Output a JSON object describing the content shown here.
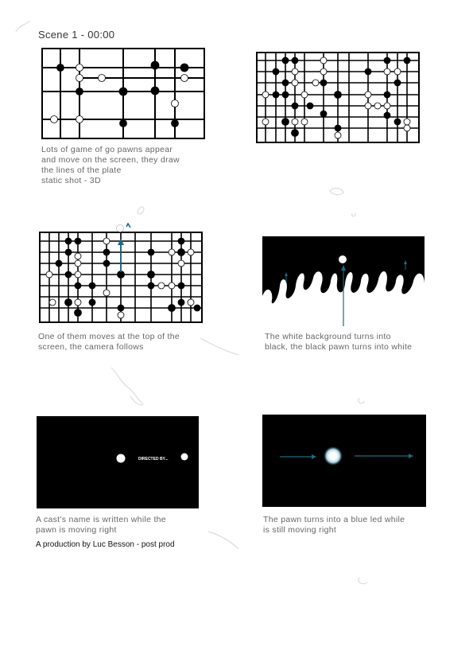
{
  "scene_title": "Scene 1 - 00:00",
  "panels": [
    {
      "caption_lines": [
        "Lots of game of go pawns appear",
        "and move on the screen, they draw",
        "the lines of the plate",
        "static shot - 3D"
      ]
    },
    {
      "caption_lines": []
    },
    {
      "caption_lines": [
        "One of them moves at the top of the",
        "screen, the camera follows"
      ]
    },
    {
      "caption_lines": [
        "The white background turns into",
        "black, the black pawn turns into white"
      ]
    },
    {
      "overlay_text": "DIRECTED BY...",
      "caption_lines": [
        "A cast's name is written while the",
        "pawn is moving right"
      ]
    },
    {
      "caption_lines": [
        "The pawn turns into a blue led while",
        "is still moving right"
      ]
    }
  ],
  "credit": "A production by Luc Besson - post prod",
  "colors": {
    "accent_blue": "#1a6b82",
    "led_glow": "#bfe9ff"
  }
}
